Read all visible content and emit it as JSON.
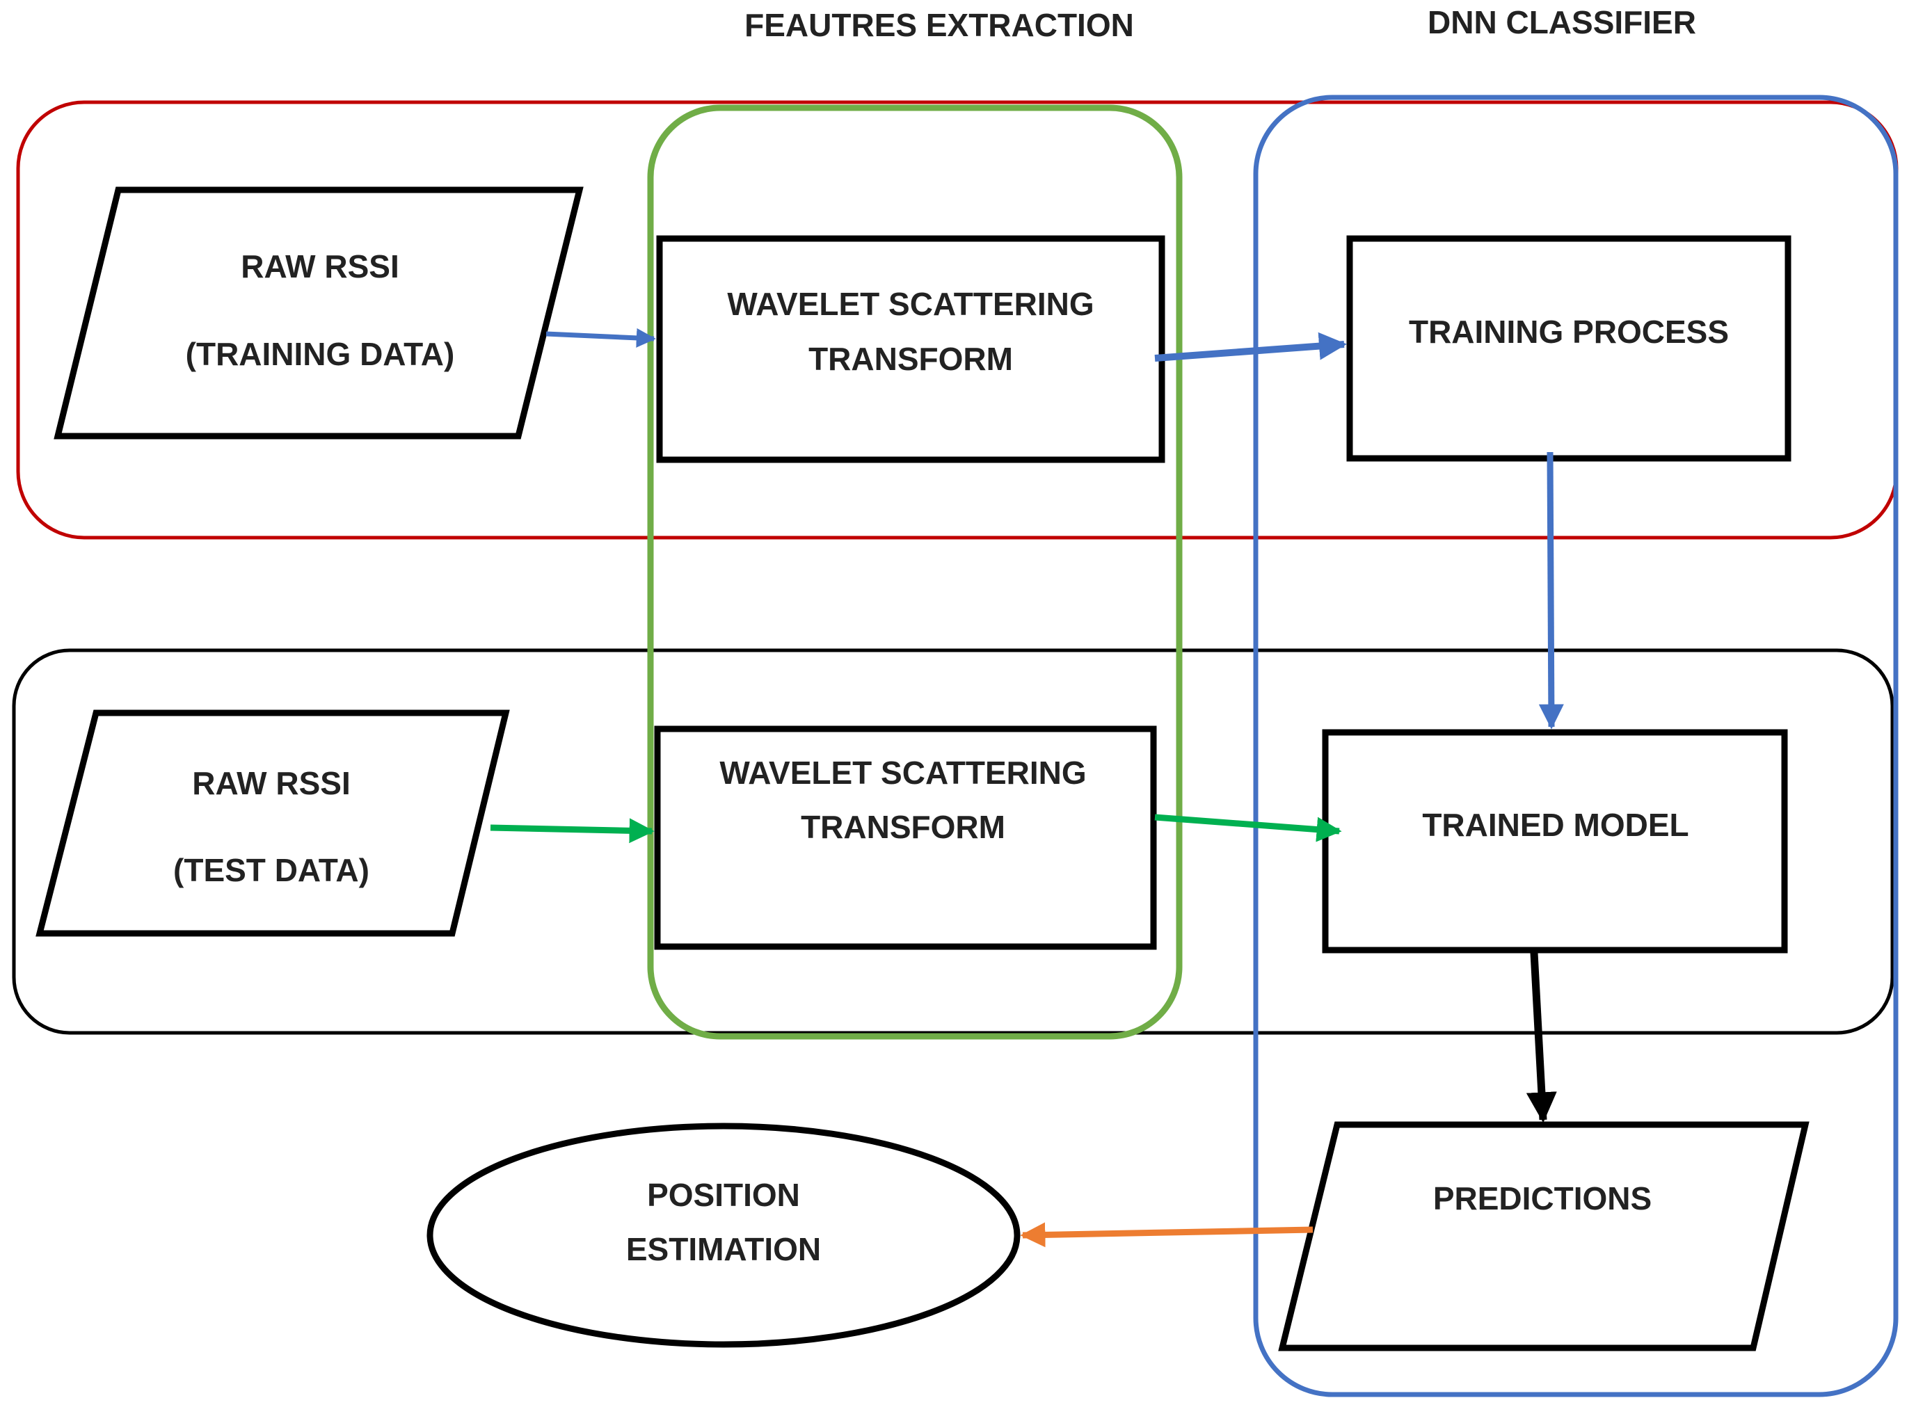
{
  "headers": {
    "features_extraction": "FEAUTRES EXTRACTION",
    "dnn_classifier": "DNN CLASSIFIER"
  },
  "nodes": {
    "raw_train": {
      "line1": "RAW RSSI",
      "line2": "(TRAINING DATA)"
    },
    "wst_train": {
      "line1": "WAVELET SCATTERING",
      "line2": "TRANSFORM"
    },
    "training": {
      "line1": "TRAINING PROCESS"
    },
    "raw_test": {
      "line1": "RAW RSSI",
      "line2": "(TEST DATA)"
    },
    "wst_test": {
      "line1": "WAVELET SCATTERING",
      "line2": "TRANSFORM"
    },
    "trained_model": {
      "line1": "TRAINED MODEL"
    },
    "predictions": {
      "line1": "PREDICTIONS"
    },
    "position": {
      "line1": "POSITION",
      "line2": "ESTIMATION"
    }
  },
  "colors": {
    "training_group": "#c00000",
    "test_group": "#000000",
    "features_group": "#70ad47",
    "classifier_group": "#4472c4",
    "blue_arrow": "#4472c4",
    "green_arrow": "#00b050",
    "black_arrow": "#000000",
    "orange_arrow": "#ed7d31"
  }
}
